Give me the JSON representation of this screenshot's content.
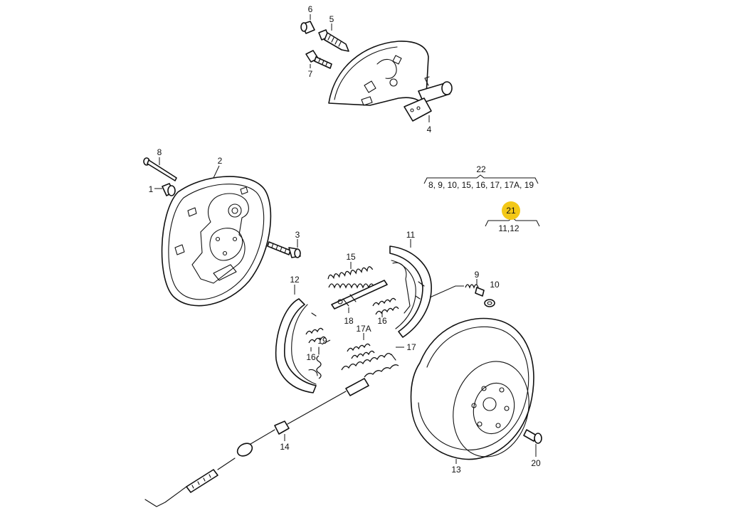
{
  "labels": {
    "p1": "1",
    "p2": "2",
    "p3": "3",
    "p4": "4",
    "p5": "5",
    "p6": "6",
    "p7": "7",
    "p8": "8",
    "p9": "9",
    "p10": "10",
    "p11": "11",
    "p12": "12",
    "p13": "13",
    "p14": "14",
    "p15": "15",
    "p16a": "16",
    "p16b": "16",
    "p17": "17",
    "p17a": "17A",
    "p18": "18",
    "p19": "19",
    "p20": "20",
    "p21": "21",
    "p22": "22"
  },
  "groups": {
    "g22": "8, 9, 10, 15, 16, 17, 17A, 19",
    "g21": "11,12"
  },
  "colors": {
    "highlight": "#f3c817",
    "ink": "#111111"
  }
}
